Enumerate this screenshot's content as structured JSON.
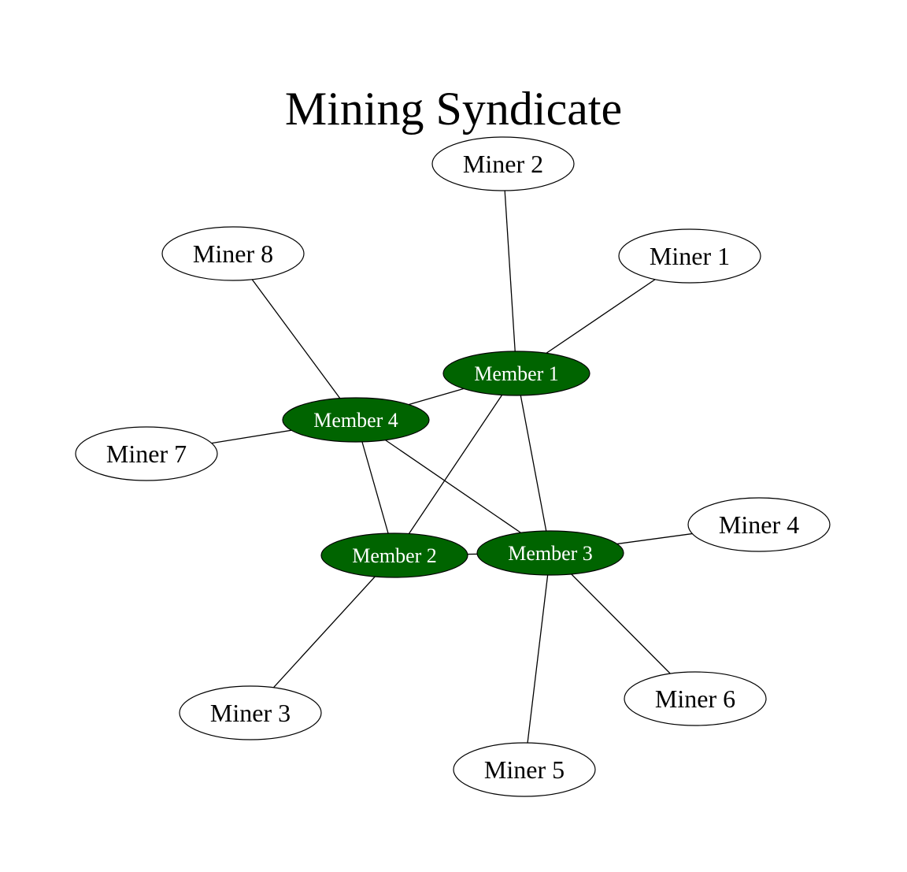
{
  "title": "Mining Syndicate",
  "colors": {
    "member_fill": "#006400",
    "member_text": "#ffffff",
    "miner_fill": "#ffffff",
    "miner_text": "#000000",
    "edge": "#000000"
  },
  "nodes": [
    {
      "id": "m1",
      "label": "Member 1",
      "kind": "member"
    },
    {
      "id": "m2",
      "label": "Member 2",
      "kind": "member"
    },
    {
      "id": "m3",
      "label": "Member 3",
      "kind": "member"
    },
    {
      "id": "m4",
      "label": "Member 4",
      "kind": "member"
    },
    {
      "id": "n1",
      "label": "Miner 1",
      "kind": "miner"
    },
    {
      "id": "n2",
      "label": "Miner 2",
      "kind": "miner"
    },
    {
      "id": "n3",
      "label": "Miner 3",
      "kind": "miner"
    },
    {
      "id": "n4",
      "label": "Miner 4",
      "kind": "miner"
    },
    {
      "id": "n5",
      "label": "Miner 5",
      "kind": "miner"
    },
    {
      "id": "n6",
      "label": "Miner 6",
      "kind": "miner"
    },
    {
      "id": "n7",
      "label": "Miner 7",
      "kind": "miner"
    },
    {
      "id": "n8",
      "label": "Miner 8",
      "kind": "miner"
    }
  ],
  "edges": [
    [
      "m1",
      "n1"
    ],
    [
      "m1",
      "n2"
    ],
    [
      "m1",
      "m4"
    ],
    [
      "m1",
      "m2"
    ],
    [
      "m1",
      "m3"
    ],
    [
      "m4",
      "n8"
    ],
    [
      "m4",
      "n7"
    ],
    [
      "m4",
      "m2"
    ],
    [
      "m4",
      "m3"
    ],
    [
      "m2",
      "m3"
    ],
    [
      "m2",
      "n3"
    ],
    [
      "m3",
      "n4"
    ],
    [
      "m3",
      "n5"
    ],
    [
      "m3",
      "n6"
    ]
  ]
}
